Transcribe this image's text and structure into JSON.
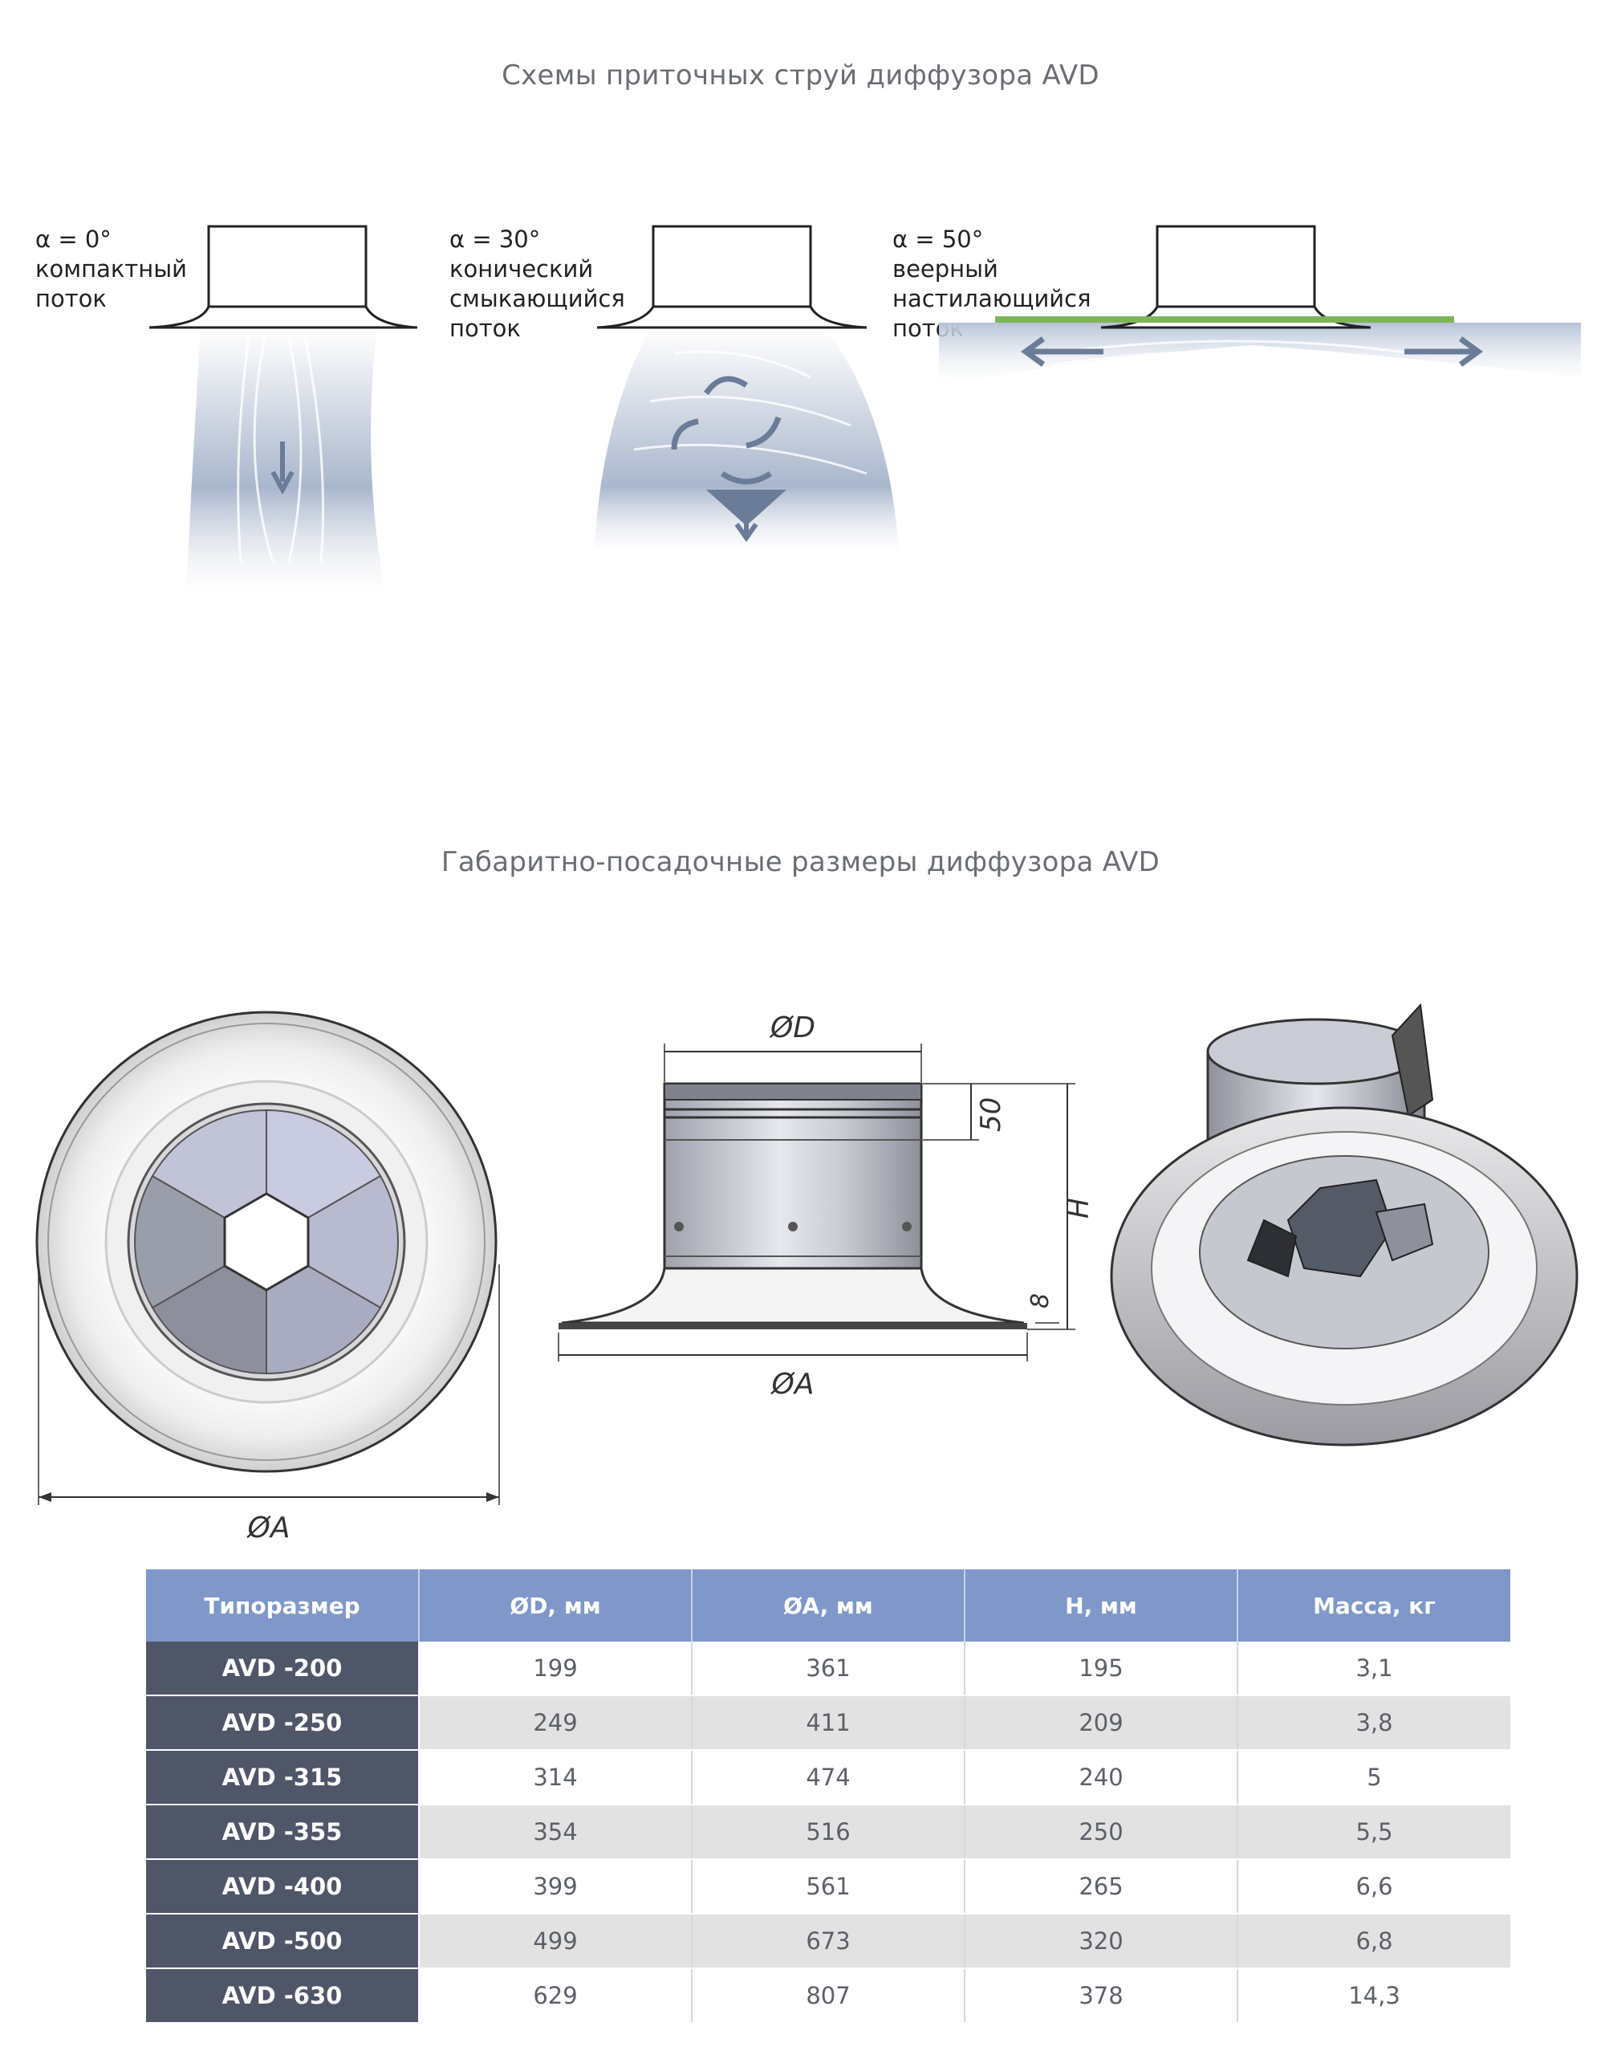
{
  "section1": {
    "title": "Схемы приточных струй диффузора AVD",
    "schemes": [
      {
        "angle": "α = 0°",
        "lines": [
          "компактный",
          "поток"
        ],
        "icon": "compact-jet"
      },
      {
        "angle": "α = 30°",
        "lines": [
          "конический",
          "смыкающийся",
          "поток"
        ],
        "icon": "conical-jet"
      },
      {
        "angle": "α = 50°",
        "lines": [
          "веерный",
          "настилающийся",
          "поток"
        ],
        "icon": "fan-jet"
      }
    ]
  },
  "section2": {
    "title": "Габаритно-посадочные размеры диффузора AVD",
    "front_view": {
      "dim_label": "ØA"
    },
    "side_view": {
      "dim_D": "ØD",
      "dim_A": "ØA",
      "dim_50": "50",
      "dim_H": "H",
      "dim_8": "8"
    }
  },
  "table": {
    "headers": [
      "Типоразмер",
      "ØD, мм",
      "ØA, мм",
      "H, мм",
      "Масса, кг"
    ],
    "rows": [
      [
        "AVD -200",
        "199",
        "361",
        "195",
        "3,1"
      ],
      [
        "AVD -250",
        "249",
        "411",
        "209",
        "3,8"
      ],
      [
        "AVD -315",
        "314",
        "474",
        "240",
        "5"
      ],
      [
        "AVD -355",
        "354",
        "516",
        "250",
        "5,5"
      ],
      [
        "AVD -400",
        "399",
        "561",
        "265",
        "6,6"
      ],
      [
        "AVD -500",
        "499",
        "673",
        "320",
        "6,8"
      ],
      [
        "AVD -630",
        "629",
        "807",
        "378",
        "14,3"
      ]
    ]
  },
  "colors": {
    "header_bg": "#7f97c9",
    "model_bg": "#4f5668",
    "row_alt": "#e2e2e2",
    "jet_blue": "#8fa3c4",
    "ceiling_green": "#7fb35a"
  }
}
